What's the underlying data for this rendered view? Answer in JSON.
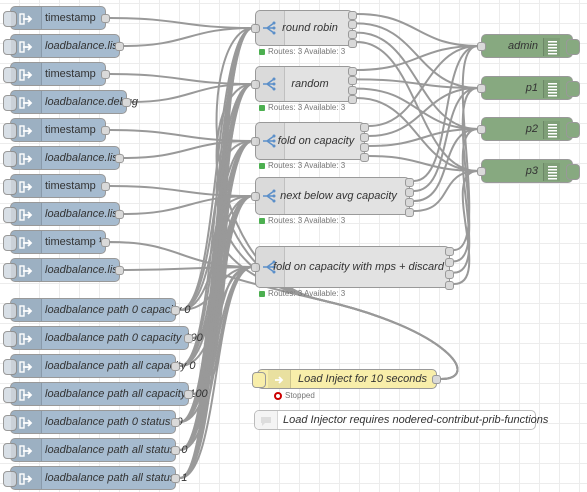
{
  "inject_nodes": [
    {
      "label": "timestamp",
      "italic": false
    },
    {
      "label": "loadbalance.list",
      "italic": true
    },
    {
      "label": "timestamp",
      "italic": false
    },
    {
      "label": "loadbalance.debug",
      "italic": true
    },
    {
      "label": "timestamp",
      "italic": false
    },
    {
      "label": "loadbalance.list",
      "italic": true
    },
    {
      "label": "timestamp",
      "italic": false
    },
    {
      "label": "loadbalance.list",
      "italic": true
    },
    {
      "label": "timestamp ¹",
      "italic": false
    },
    {
      "label": "loadbalance.list",
      "italic": true
    },
    {
      "label": "loadbalance path 0 capacity 0",
      "italic": true
    },
    {
      "label": "loadbalance path 0 capacity 100",
      "italic": true
    },
    {
      "label": "loadbalance path all capacity 0",
      "italic": true
    },
    {
      "label": "loadbalance path all capacity 100",
      "italic": true
    },
    {
      "label": "loadbalance path 0 status: 0",
      "italic": true
    },
    {
      "label": "loadbalance path all status: 0",
      "italic": true
    },
    {
      "label": "loadbalance path all status: 1",
      "italic": true
    }
  ],
  "switch_nodes": [
    {
      "label": "round robin",
      "status": "Routes: 3 Available: 3"
    },
    {
      "label": "random",
      "status": "Routes: 3 Available: 3"
    },
    {
      "label": "fold on capacity",
      "status": "Routes: 3 Available: 3"
    },
    {
      "label": "next below avg capacity",
      "status": "Routes: 3 Available: 3"
    },
    {
      "label": "fold on capacity with mps + discard",
      "status": "Routes: 3 Available: 3"
    }
  ],
  "debug_nodes": [
    {
      "label": "admin"
    },
    {
      "label": "p1"
    },
    {
      "label": "p2"
    },
    {
      "label": "p3"
    }
  ],
  "load_injector": {
    "label": "Load Inject for 10 seconds",
    "status": "Stopped"
  },
  "comment": {
    "label": "Load Injector requires nodered-contribut-prib-functions"
  },
  "colors": {
    "inject": "#a6bbcf",
    "switch": "#e2e2e2",
    "debug": "#87a980",
    "load_injector": "#f8eeaa",
    "status_ok": "#4caf50",
    "status_stopped": "#cc0000",
    "wire": "#999999"
  },
  "icons": {
    "inject": "arrow-in-icon",
    "switch": "switch-icon",
    "debug": "debug-bars-icon"
  }
}
